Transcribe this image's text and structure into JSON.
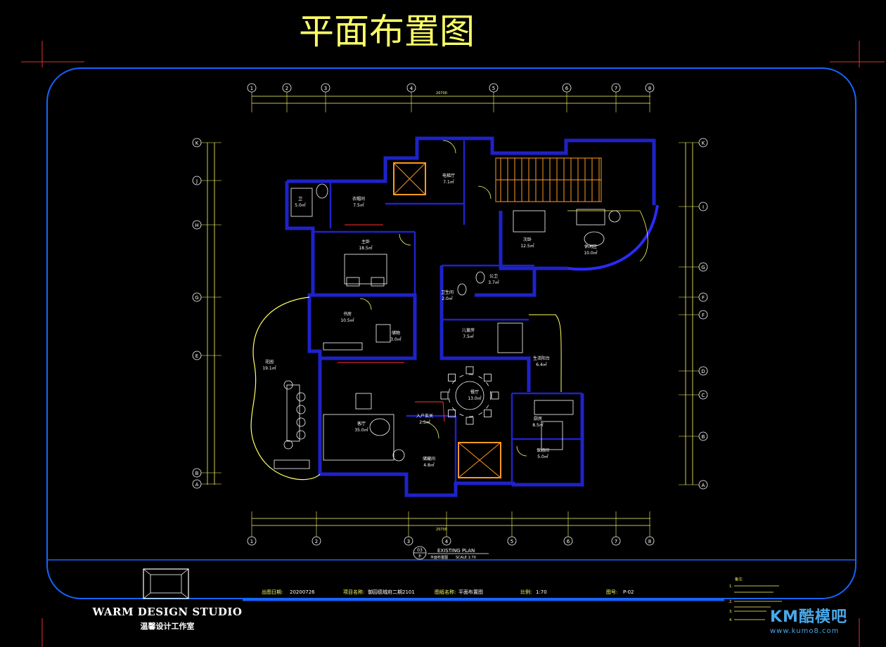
{
  "drawing": {
    "title": "平面布置图",
    "plan_caption": "EXISTING PLAN",
    "plan_sub": "平面布置图",
    "plan_scale": "SCALE 1:70",
    "plan_tag_top": "03",
    "plan_tag_bottom": "P"
  },
  "axes": {
    "top": [
      "1",
      "2",
      "3",
      "4",
      "5",
      "6",
      "7",
      "8"
    ],
    "bottom": [
      "1",
      "2",
      "3",
      "4",
      "5",
      "6",
      "7",
      "8"
    ],
    "left": [
      "K",
      "J",
      "H",
      "G",
      "E",
      "B",
      "A"
    ],
    "right": [
      "K",
      "I",
      "G",
      "F",
      "F",
      "D",
      "C",
      "B",
      "A"
    ]
  },
  "rooms": [
    {
      "name": "卫",
      "area": "5.0㎡"
    },
    {
      "name": "衣帽间",
      "area": "7.5㎡"
    },
    {
      "name": "电梯厅",
      "area": "7.1㎡"
    },
    {
      "name": "主卧",
      "area": "18.5㎡"
    },
    {
      "name": "次卧",
      "area": "12.5㎡"
    },
    {
      "name": "休闲区",
      "area": "10.0㎡"
    },
    {
      "name": "公卫",
      "area": "3.7㎡"
    },
    {
      "name": "卫生间",
      "area": "2.0㎡"
    },
    {
      "name": "书房",
      "area": "10.5㎡"
    },
    {
      "name": "储物",
      "area": "3.0㎡"
    },
    {
      "name": "儿童房",
      "area": "7.5㎡"
    },
    {
      "name": "花园",
      "area": "19.1㎡"
    },
    {
      "name": "生活阳台",
      "area": "6.4㎡"
    },
    {
      "name": "客厅",
      "area": "35.0㎡"
    },
    {
      "name": "餐厅",
      "area": "13.0㎡"
    },
    {
      "name": "入户玄关",
      "area": "2.5㎡"
    },
    {
      "name": "厨房",
      "area": "8.5㎡"
    },
    {
      "name": "保姆间",
      "area": "5.0㎡"
    },
    {
      "name": "储藏间",
      "area": "4.8㎡"
    }
  ],
  "title_block": {
    "date_label": "出图日期:",
    "date_value": "20200726",
    "project_label": "项目名称:",
    "project_value": "御园德城府二期2101",
    "drawing_label": "图纸名称:",
    "drawing_value": "平面布置图",
    "scale_label": "比例:",
    "scale_value": "1:70",
    "number_label": "图号:",
    "number_value": "P-02",
    "studio_en": "WARM DESIGN STUDIO",
    "studio_cn": "温馨设计工作室"
  },
  "notes": {
    "heading": "备注:",
    "lines": [
      "1.",
      "2.",
      "3.",
      "4."
    ]
  },
  "watermark": {
    "logo": "KM酷模吧",
    "url": "www.kumo8.com"
  },
  "colors": {
    "background": "#000000",
    "frame": "#1565ff",
    "wall": "#1e22c8",
    "dim": "#ffff66",
    "text": "#ffffff",
    "accent": "#ff9a1f",
    "title": "#ffff66"
  }
}
